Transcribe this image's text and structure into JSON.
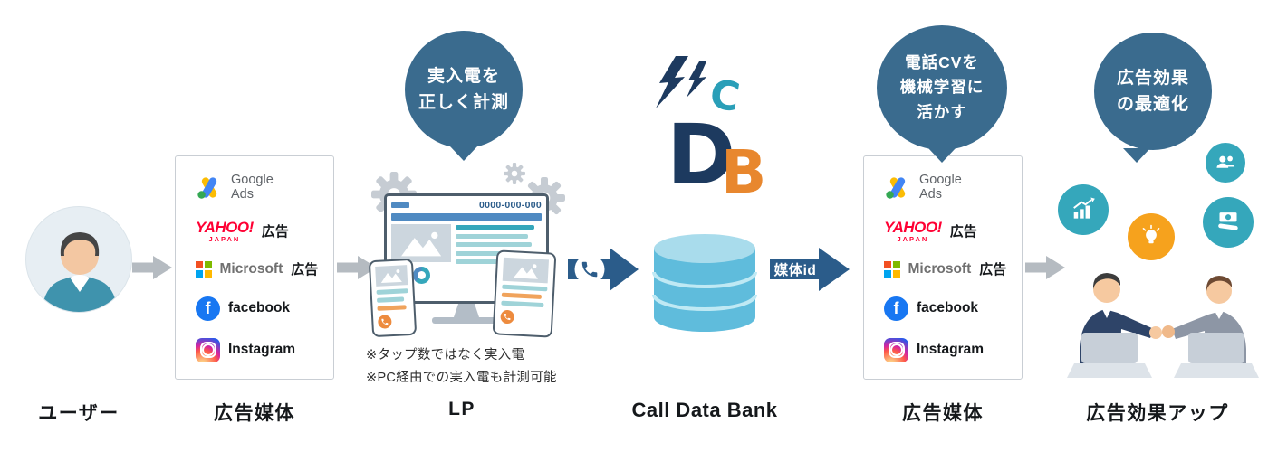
{
  "stage_labels": {
    "user": "ユーザー",
    "ad_media_left": "広告媒体",
    "lp": "LP",
    "call_data_bank": "Call Data Bank",
    "ad_media_right": "広告媒体",
    "result": "広告効果アップ"
  },
  "bubbles": {
    "lp_line1": "実入電を",
    "lp_line2": "正しく計測",
    "media_line1": "電話CVを",
    "media_line2": "機械学習に",
    "media_line3": "活かす",
    "result_line1": "広告効果",
    "result_line2": "の最適化"
  },
  "ad_platforms": {
    "google_line1": "Google",
    "google_line2": "Ads",
    "yahoo_brand": "YAHOO!",
    "yahoo_sub": "JAPAN",
    "yahoo_suffix": "広告",
    "microsoft_brand": "Microsoft",
    "microsoft_suffix": "広告",
    "facebook_brand": "facebook",
    "facebook_initial": "f",
    "instagram_brand": "Instagram"
  },
  "lp_section": {
    "phone_number": "0000-000-000",
    "note1": "※タップ数ではなく実入電",
    "note2": "※PC経由での実入電も計測可能"
  },
  "connectors": {
    "media_id_label": "媒体id"
  },
  "cdb_logo": {
    "c": "C",
    "d": "D",
    "b": "B"
  },
  "colors": {
    "bubble_blue": "#3a6b8e",
    "arrow_gray": "#b5bbc1",
    "arrow_blue": "#2b5c8a",
    "database_blue": "#5fbcdc",
    "database_blue_light": "#a9dcec",
    "icon_teal": "#35a7bb",
    "icon_orange": "#f6a21d",
    "facebook_blue": "#1877f2",
    "yahoo_red": "#ff0033",
    "logo_navy": "#1d3a5f",
    "logo_orange": "#e8872e"
  },
  "icons": [
    "phone-receiver-icon",
    "gear-icon",
    "database-icon",
    "lightning-bolt-icon",
    "bar-chart-icon",
    "lightbulb-icon",
    "people-icon",
    "money-hand-icon",
    "google-ads-icon",
    "yahoo-japan-logo",
    "microsoft-icon",
    "facebook-icon",
    "instagram-icon",
    "handshake-illustration",
    "user-avatar"
  ]
}
